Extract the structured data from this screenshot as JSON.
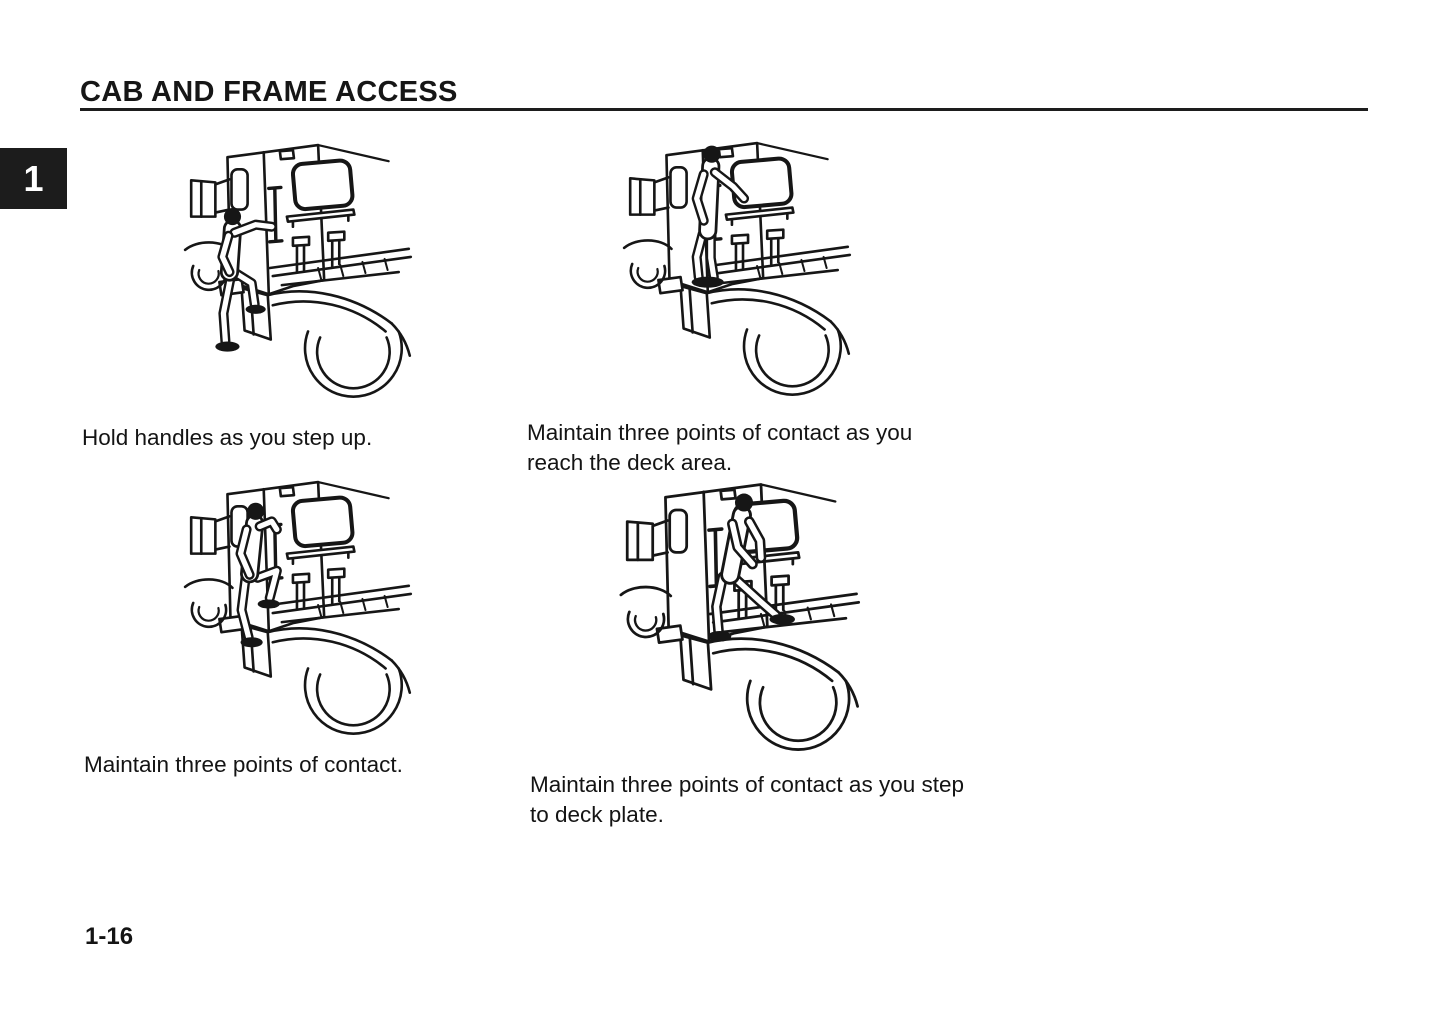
{
  "page": {
    "title": "CAB AND FRAME ACCESS",
    "chapter_tab": "1",
    "page_number": "1-16"
  },
  "colors": {
    "ink": "#161616",
    "tab_background": "#1c1c1c",
    "tab_text": "#ffffff",
    "page_background": "#ffffff"
  },
  "figures": [
    {
      "illustration": "person-holding-handles-stepping-up-truck-cab",
      "caption": "Hold handles as you step up."
    },
    {
      "illustration": "person-on-step-reaching-truck-deck-area",
      "caption": "Maintain three points of contact as you reach the deck area."
    },
    {
      "illustration": "person-climbing-with-knee-on-truck-deck",
      "caption": "Maintain three points of contact."
    },
    {
      "illustration": "person-stepping-onto-truck-deck-plate",
      "caption": "Maintain three points of contact as you step to deck plate."
    }
  ]
}
